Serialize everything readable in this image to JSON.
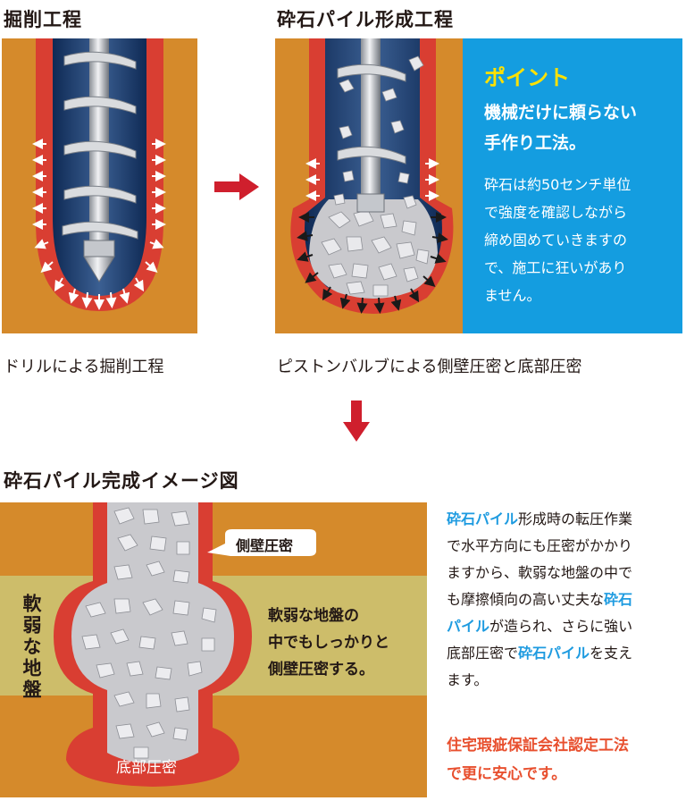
{
  "headings": {
    "drilling": "掘削工程",
    "forming": "砕石パイル形成工程",
    "completed": "砕石パイル完成イメージ図"
  },
  "captions": {
    "drilling": "ドリルによる掘削工程",
    "forming": "ピストンバルブによる側壁圧密と底部圧密"
  },
  "point": {
    "title": "ポイント",
    "lead_lines": [
      "機械だけに頼らない",
      "手作り工法。"
    ],
    "body_lines": [
      "砕石は約50センチ単位",
      "で強度を確認しながら",
      "締め固めていきますの",
      "で、施工に狂いがあり",
      "ません。"
    ]
  },
  "completed_figure": {
    "soft_ground_label": "軟弱な地盤",
    "side_callout": "側壁圧密",
    "bottom_callout": "底部圧密",
    "mid_text_lines": [
      "軟弱な地盤の",
      "中でもしっかりと",
      "側壁圧密する。"
    ]
  },
  "description": {
    "lines": [
      [
        {
          "t": "砕石パイル",
          "hl": true
        },
        {
          "t": "形成時の転圧作業",
          "hl": false
        }
      ],
      [
        {
          "t": "で水平方向にも圧密がかかり",
          "hl": false
        }
      ],
      [
        {
          "t": "ますから、軟弱な地盤の中で",
          "hl": false
        }
      ],
      [
        {
          "t": "も摩擦傾向の高い丈夫な",
          "hl": false
        },
        {
          "t": "砕石",
          "hl": true
        }
      ],
      [
        {
          "t": "パイル",
          "hl": true
        },
        {
          "t": "が造られ、さらに強い",
          "hl": false
        }
      ],
      [
        {
          "t": "底部圧密で",
          "hl": false
        },
        {
          "t": "砕石パイル",
          "hl": true
        },
        {
          "t": "を支え",
          "hl": false
        }
      ],
      [
        {
          "t": "ます。",
          "hl": false
        }
      ]
    ],
    "note_lines": [
      "住宅瑕疵保証会社認定工法",
      "で更に安心です。"
    ]
  },
  "colors": {
    "soil": "#d58a2b",
    "soft_layer": "#cdbd6a",
    "compaction_red": "#d93e32",
    "hole_blue": "#1f3f72",
    "point_blue": "#149de0",
    "arrow_red": "#cf1f2d",
    "highlight_blue": "#1e9be0",
    "note_orange": "#e8502f",
    "gravel": "#c9c9cd"
  },
  "icons": [
    "arrow-right-icon",
    "arrow-down-icon",
    "compaction-arrow-icon"
  ]
}
